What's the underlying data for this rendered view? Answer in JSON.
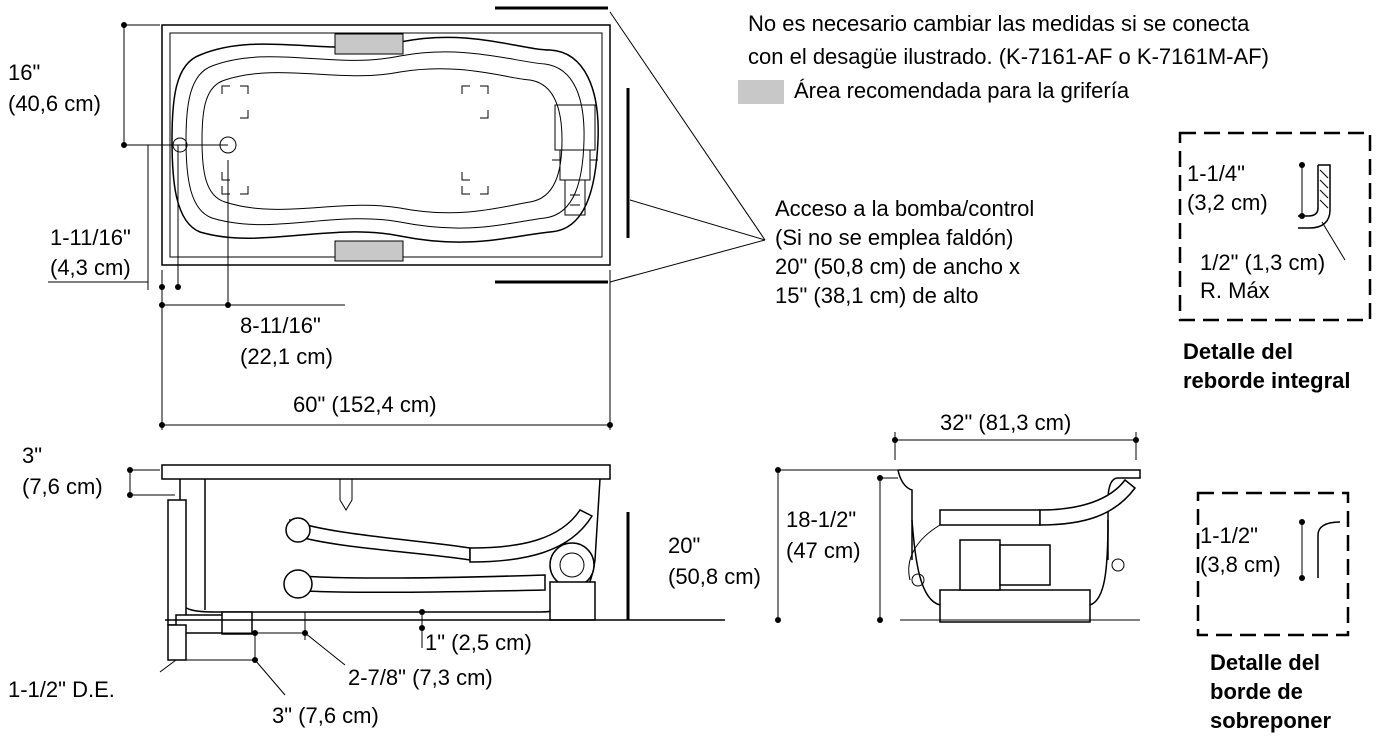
{
  "colors": {
    "line": "#000000",
    "faucet_area": "#c8c8c8",
    "background": "#ffffff"
  },
  "notes": {
    "drain_line1": "No es necesario cambiar las medidas si se conecta",
    "drain_line2": "con el desagüe ilustrado. (K-7161-AF o K-7161M-AF)",
    "faucet_area": "Área recomendada para la grifería"
  },
  "pump_access": {
    "line1": "Acceso a la bomba/control",
    "line2": "(Si no se emplea faldón)",
    "line3": "20\" (50,8 cm) de ancho x",
    "line4": "15\" (38,1 cm) de alto"
  },
  "dimensions": {
    "d16_in": "16\"",
    "d16_cm": "(40,6 cm)",
    "d1_11_16_in": "1-11/16\"",
    "d1_11_16_cm": "(4,3 cm)",
    "d8_11_16_in": "8-11/16\"",
    "d8_11_16_cm": "(22,1 cm)",
    "d60": "60\" (152,4 cm)",
    "d3_in": "3\"",
    "d3_cm": "(7,6 cm)",
    "d1": "1\" (2,5 cm)",
    "d1_5_od": "1-1/2\" D.E.",
    "d2_7_8": "2-7/8\" (7,3 cm)",
    "d3_bottom": "3\" (7,6 cm)",
    "d20_in": "20\"",
    "d20_cm": "(50,8 cm)",
    "d18_5_in": "18-1/2\"",
    "d18_5_cm": "(47 cm)",
    "d32": "32\" (81,3 cm)"
  },
  "integral_flange": {
    "h_in": "1-1/4\"",
    "h_cm": "(3,2 cm)",
    "radius": "1/2\" (1,3 cm)",
    "radius_note": "R. Máx",
    "caption1": "Detalle del",
    "caption2": "reborde integral"
  },
  "drop_in": {
    "h_in": "1-1/2\"",
    "h_cm": "(3,8 cm)",
    "caption1": "Detalle del",
    "caption2": "borde de",
    "caption3": "sobreponer"
  }
}
